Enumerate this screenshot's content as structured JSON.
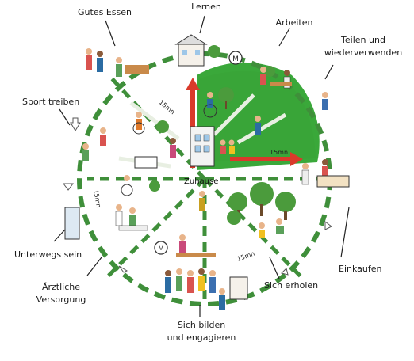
{
  "labels": {
    "gutes_essen": "Gutes Essen",
    "lernen": "Lernen",
    "arbeiten": "Arbeiten",
    "teilen_1": "Teilen und",
    "teilen_2": "wiederverwenden",
    "sport": "Sport treiben",
    "unterwegs": "Unterwegs sein",
    "aerztliche_1": "Ärztliche",
    "aerztliche_2": "Versorgung",
    "einkaufen": "Einkaufen",
    "sich_erholen": "Sich erholen",
    "sich_bilden_1": "Sich bilden",
    "sich_bilden_2": "und engagieren"
  },
  "center_label": "Zuhause",
  "distance_labels": {
    "nw": "15mn",
    "e": "15mn",
    "w": "15mn",
    "s": "15mn"
  },
  "colors": {
    "ring_green": "#3f8f3a",
    "park_green": "#3aa83a",
    "path_red": "#d93a2b",
    "tree_green": "#4b9b3c",
    "leader_line": "#222222"
  },
  "icons": {
    "metro_top": "M",
    "metro_bottom": "M"
  }
}
